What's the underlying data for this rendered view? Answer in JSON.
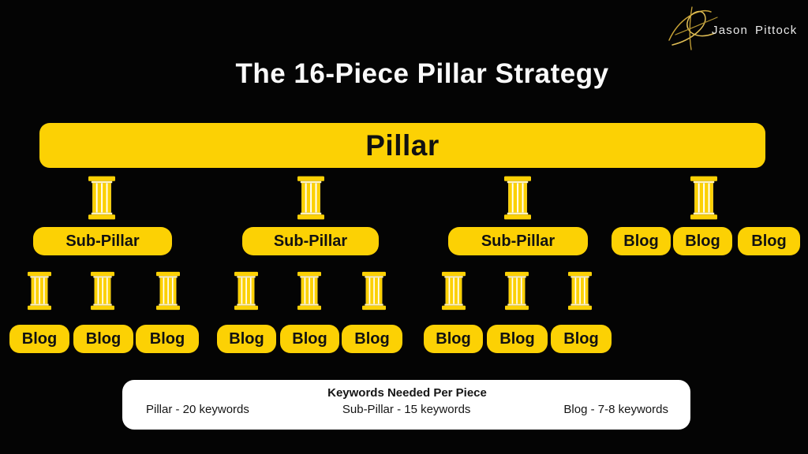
{
  "brand": {
    "first": "Jason",
    "last": "Pittock"
  },
  "title": "The 16-Piece Pillar Strategy",
  "labels": {
    "pillar": "Pillar",
    "sub_pillar": "Sub-Pillar",
    "blog": "Blog"
  },
  "keywords_box": {
    "title": "Keywords Needed Per Piece",
    "items": [
      "Pillar - 20 keywords",
      "Sub-Pillar - 15 keywords",
      "Blog - 7-8 keywords"
    ]
  },
  "colors": {
    "background": "#040404",
    "accent_yellow": "#FCD104",
    "panel_white": "#FFFFFF",
    "text_dark": "#111111",
    "title_white": "#FAFAFA",
    "signature_gold": "#C9A437"
  },
  "icons": {
    "column": "column-icon",
    "signature": "signature-icon"
  }
}
